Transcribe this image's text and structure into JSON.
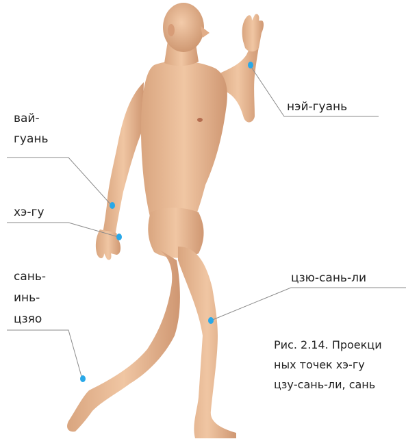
{
  "points": {
    "nei_guan": {
      "label": "нэй-гуань"
    },
    "wai_guan": {
      "line1": "вай-",
      "line2": "гуань"
    },
    "he_gu": {
      "label": "хэ-гу"
    },
    "zu_san_li": {
      "label": "цзю-сань-ли"
    },
    "san_yin_jiao": {
      "line1": "сань-",
      "line2": "инь-",
      "line3": "цзяо"
    }
  },
  "caption": {
    "line1": "Рис. 2.14. Проекци",
    "line2": "ных точек хэ-гу",
    "line3": "цзу-сань-ли, сань"
  },
  "colors": {
    "skin": "#e8b894",
    "skin_shadow": "#c98f6c",
    "acupoint": "#29a8e8",
    "leader_line": "#8a8a8a"
  }
}
